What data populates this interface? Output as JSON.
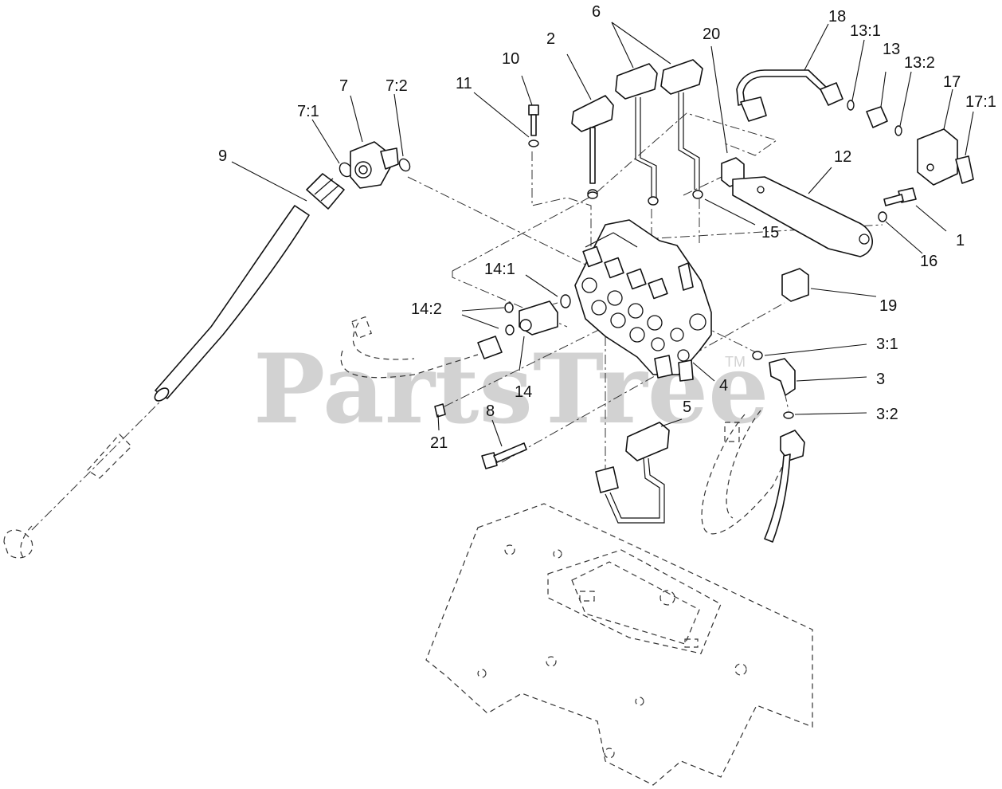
{
  "watermark": {
    "text": "PartsTree",
    "tm": "TM"
  },
  "callouts": [
    {
      "id": "c-1",
      "text": "1"
    },
    {
      "id": "c-2",
      "text": "2"
    },
    {
      "id": "c-3",
      "text": "3"
    },
    {
      "id": "c-3-1",
      "text": "3:1"
    },
    {
      "id": "c-3-2",
      "text": "3:2"
    },
    {
      "id": "c-4",
      "text": "4"
    },
    {
      "id": "c-5",
      "text": "5"
    },
    {
      "id": "c-6",
      "text": "6"
    },
    {
      "id": "c-7",
      "text": "7"
    },
    {
      "id": "c-7-1",
      "text": "7:1"
    },
    {
      "id": "c-7-2",
      "text": "7:2"
    },
    {
      "id": "c-8",
      "text": "8"
    },
    {
      "id": "c-9",
      "text": "9"
    },
    {
      "id": "c-10",
      "text": "10"
    },
    {
      "id": "c-11",
      "text": "11"
    },
    {
      "id": "c-12",
      "text": "12"
    },
    {
      "id": "c-13",
      "text": "13"
    },
    {
      "id": "c-13-1",
      "text": "13:1"
    },
    {
      "id": "c-13-2",
      "text": "13:2"
    },
    {
      "id": "c-14",
      "text": "14"
    },
    {
      "id": "c-14-1",
      "text": "14:1"
    },
    {
      "id": "c-14-2",
      "text": "14:2"
    },
    {
      "id": "c-15",
      "text": "15"
    },
    {
      "id": "c-16",
      "text": "16"
    },
    {
      "id": "c-17",
      "text": "17"
    },
    {
      "id": "c-17-1",
      "text": "17:1"
    },
    {
      "id": "c-18",
      "text": "18"
    },
    {
      "id": "c-19",
      "text": "19"
    },
    {
      "id": "c-20",
      "text": "20"
    },
    {
      "id": "c-21",
      "text": "21"
    }
  ]
}
